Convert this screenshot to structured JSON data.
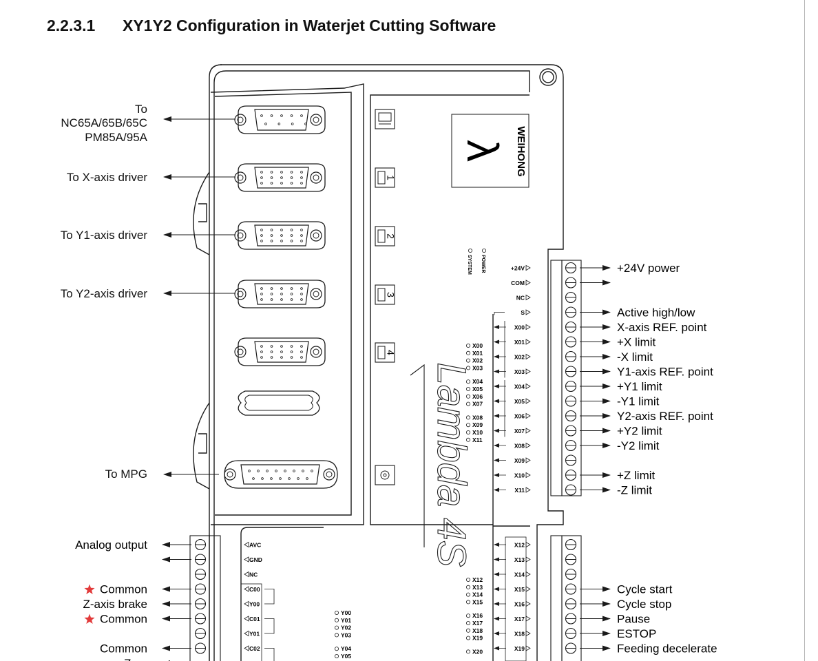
{
  "heading": {
    "number": "2.2.3.1",
    "title": "XY1Y2 Configuration in Waterjet Cutting Software"
  },
  "brand": {
    "logo_text": "WEIHONG",
    "symbol": "λ",
    "model": "Lambda 4S"
  },
  "port_icons": [
    "",
    "1",
    "2",
    "3",
    "4",
    ""
  ],
  "left_port_labels": [
    {
      "lines": [
        "To",
        "NC65A/65B/65C",
        "PM85A/95A"
      ]
    },
    {
      "lines": [
        "To X-axis driver"
      ]
    },
    {
      "lines": [
        "To Y1-axis driver"
      ]
    },
    {
      "lines": [
        "To Y2-axis driver"
      ]
    },
    {
      "lines": [
        "To MPG"
      ]
    }
  ],
  "leds": {
    "status": [
      "POWER",
      "SYSTEM"
    ],
    "inputs_a": [
      "X00",
      "X01",
      "X02",
      "X03",
      "X04",
      "X05",
      "X06",
      "X07",
      "X08",
      "X09",
      "X10",
      "X11"
    ],
    "inputs_b": [
      "X12",
      "X13",
      "X14",
      "X15",
      "X16",
      "X17",
      "X18",
      "X19",
      "X20"
    ],
    "outputs": [
      "Y00",
      "Y01",
      "Y02",
      "Y03",
      "Y04",
      "Y05"
    ]
  },
  "right_top_terminals": [
    "+24V",
    "COM",
    "NC",
    "S",
    "X00",
    "X01",
    "X02",
    "X03",
    "X04",
    "X05",
    "X06",
    "X07",
    "X08",
    "X09",
    "X10",
    "X11"
  ],
  "right_top_labels": [
    {
      "row": 0,
      "text": "+24V power"
    },
    {
      "row": 3,
      "text": "Active high/low"
    },
    {
      "row": 4,
      "text": "X-axis REF. point"
    },
    {
      "row": 5,
      "text": "+X limit"
    },
    {
      "row": 6,
      "text": "-X limit"
    },
    {
      "row": 7,
      "text": "Y1-axis REF. point"
    },
    {
      "row": 8,
      "text": "+Y1 limit"
    },
    {
      "row": 9,
      "text": "-Y1 limit"
    },
    {
      "row": 10,
      "text": "Y2-axis REF. point"
    },
    {
      "row": 11,
      "text": "+Y2 limit"
    },
    {
      "row": 12,
      "text": "-Y2 limit"
    },
    {
      "row": 14,
      "text": "+Z limit"
    },
    {
      "row": 15,
      "text": "-Z limit"
    }
  ],
  "right_bottom_terminals": [
    "X12",
    "X13",
    "X14",
    "X15",
    "X16",
    "X17",
    "X18",
    "X19"
  ],
  "right_bottom_labels": [
    {
      "row": 3,
      "text": "Cycle start"
    },
    {
      "row": 4,
      "text": "Cycle stop"
    },
    {
      "row": 5,
      "text": "Pause"
    },
    {
      "row": 6,
      "text": "ESTOP"
    },
    {
      "row": 7,
      "text": "Feeding decelerate"
    }
  ],
  "left_bottom_terminals": [
    "AVC",
    "GND",
    "NC",
    "C00",
    "Y00",
    "C01",
    "Y01",
    "C02"
  ],
  "left_bottom_labels": [
    {
      "row": 0,
      "text": "Analog output",
      "star": false
    },
    {
      "row": 3,
      "text": "Common",
      "star": true
    },
    {
      "row": 4,
      "text": "Z-axis brake",
      "star": false
    },
    {
      "row": 5,
      "text": "Common",
      "star": true
    },
    {
      "row": 7,
      "text": "Common",
      "star": false
    },
    {
      "row": 8,
      "text": "Z up",
      "star": false
    }
  ],
  "colors": {
    "line": "#1a1a1a",
    "star": "#e23b3b",
    "board": "#ffffff"
  }
}
